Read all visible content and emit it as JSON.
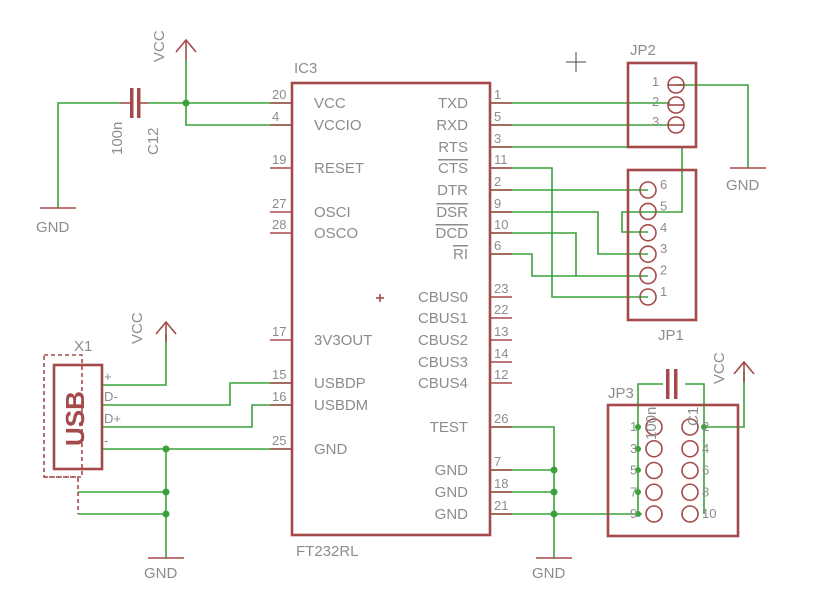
{
  "ic": {
    "name": "IC3",
    "value": "FT232RL",
    "left_pins": [
      {
        "num": "20",
        "name": "VCC"
      },
      {
        "num": "4",
        "name": "VCCIO"
      },
      {
        "num": "19",
        "name": "RESET"
      },
      {
        "num": "27",
        "name": "OSCI"
      },
      {
        "num": "28",
        "name": "OSCO"
      },
      {
        "num": "17",
        "name": "3V3OUT"
      },
      {
        "num": "15",
        "name": "USBDP"
      },
      {
        "num": "16",
        "name": "USBDM"
      },
      {
        "num": "25",
        "name": "GND"
      }
    ],
    "right_pins": [
      {
        "num": "1",
        "name": "TXD"
      },
      {
        "num": "5",
        "name": "RXD"
      },
      {
        "num": "3",
        "name": "RTS"
      },
      {
        "num": "11",
        "name": "CTS"
      },
      {
        "num": "2",
        "name": "DTR"
      },
      {
        "num": "9",
        "name": "DSR"
      },
      {
        "num": "10",
        "name": "DCD"
      },
      {
        "num": "6",
        "name": "RI"
      },
      {
        "num": "23",
        "name": "CBUS0"
      },
      {
        "num": "22",
        "name": "CBUS1"
      },
      {
        "num": "13",
        "name": "CBUS2"
      },
      {
        "num": "14",
        "name": "CBUS3"
      },
      {
        "num": "12",
        "name": "CBUS4"
      },
      {
        "num": "26",
        "name": "TEST"
      },
      {
        "num": "7",
        "name": "GND"
      },
      {
        "num": "18",
        "name": "GND"
      },
      {
        "num": "21",
        "name": "GND"
      }
    ]
  },
  "c12": {
    "name": "C12",
    "value": "100n"
  },
  "c1": {
    "name": "C1",
    "value": "100n"
  },
  "usb": {
    "name": "X1",
    "label": "USB",
    "pins": [
      "+",
      "D-",
      "D+",
      "-"
    ]
  },
  "jp1": {
    "name": "JP1",
    "pins": [
      "6",
      "5",
      "4",
      "3",
      "2",
      "1"
    ]
  },
  "jp2": {
    "name": "JP2",
    "pins": [
      "1",
      "2",
      "3"
    ]
  },
  "jp3": {
    "name": "JP3",
    "left_pins": [
      "1",
      "3",
      "5",
      "7",
      "9"
    ],
    "right_pins": [
      "2",
      "4",
      "6",
      "8",
      "10"
    ]
  },
  "supplies": {
    "vcc": "VCC",
    "gnd": "GND"
  }
}
